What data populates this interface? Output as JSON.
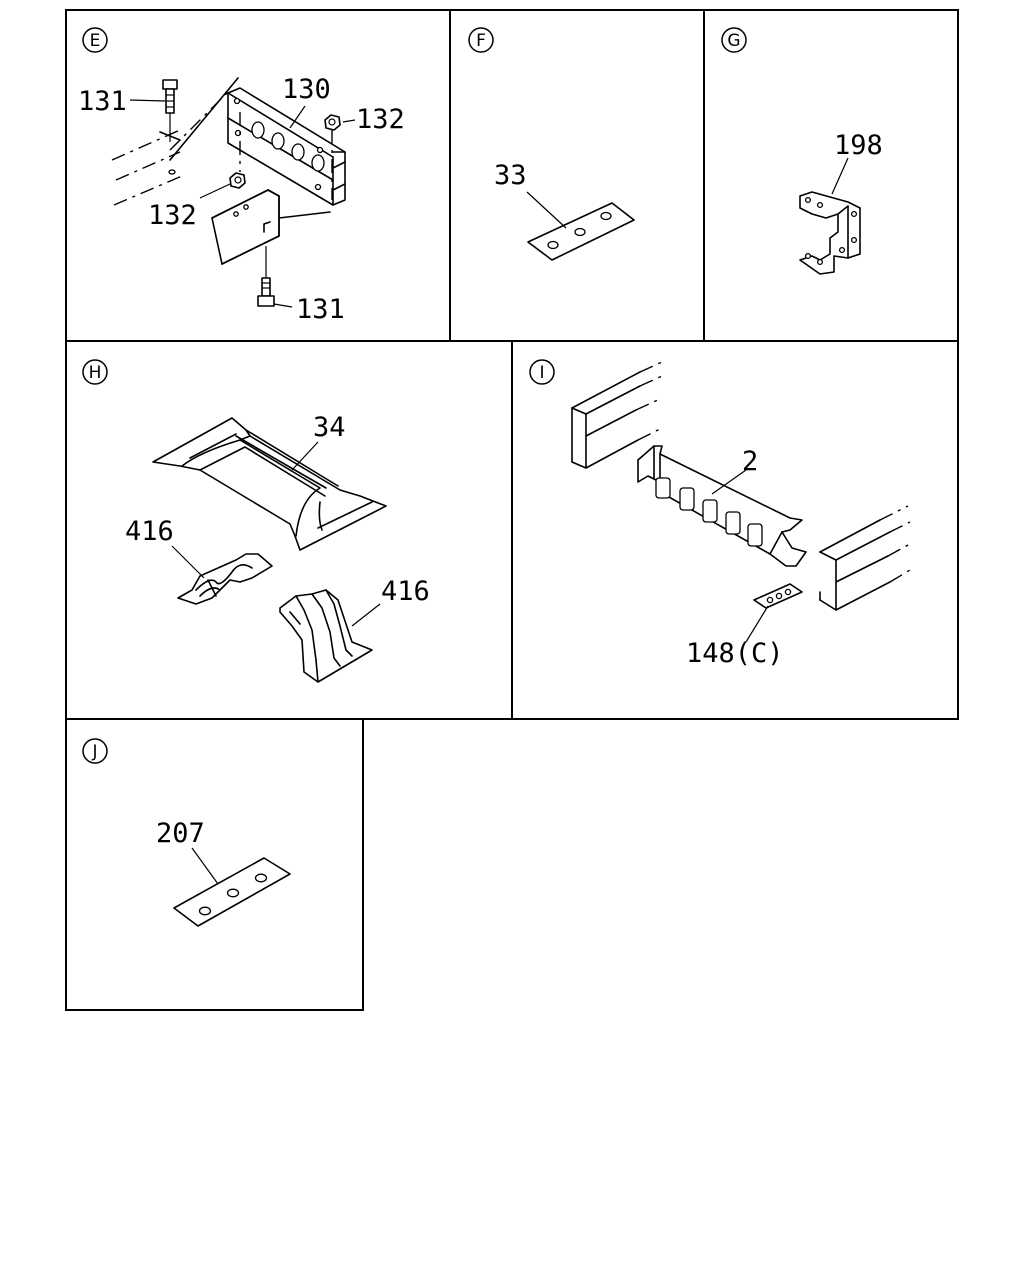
{
  "sections": {
    "E": {
      "marker": "E",
      "labels": {
        "bolt_top": "131",
        "bracket": "130",
        "nut_right": "132",
        "nut_left": "132",
        "bolt_bottom": "131"
      }
    },
    "F": {
      "marker": "F",
      "labels": {
        "plate": "33"
      }
    },
    "G": {
      "marker": "G",
      "labels": {
        "bracket": "198"
      }
    },
    "H": {
      "marker": "H",
      "labels": {
        "crossmember": "34",
        "strap_left": "416",
        "strap_right": "416"
      }
    },
    "I": {
      "marker": "I",
      "labels": {
        "crossmember": "2",
        "plate": "148(C)"
      }
    },
    "J": {
      "marker": "J",
      "labels": {
        "plate": "207"
      }
    }
  }
}
